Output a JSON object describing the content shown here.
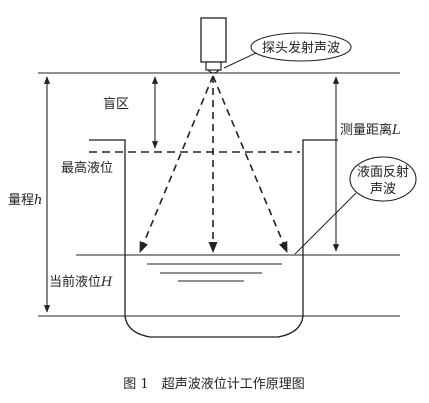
{
  "labels": {
    "probe": "探头发射声波",
    "blind_zone": "盲区",
    "measure_distance": "测量距离",
    "measure_distance_var": "L",
    "max_level": "最高液位",
    "range": "量程",
    "range_var": "h",
    "current_level": "当前液位",
    "current_level_var": "H",
    "reflected_line1": "液面反射",
    "reflected_line2": "声波"
  },
  "caption": "图 1　超声波液位计工作原理图"
}
